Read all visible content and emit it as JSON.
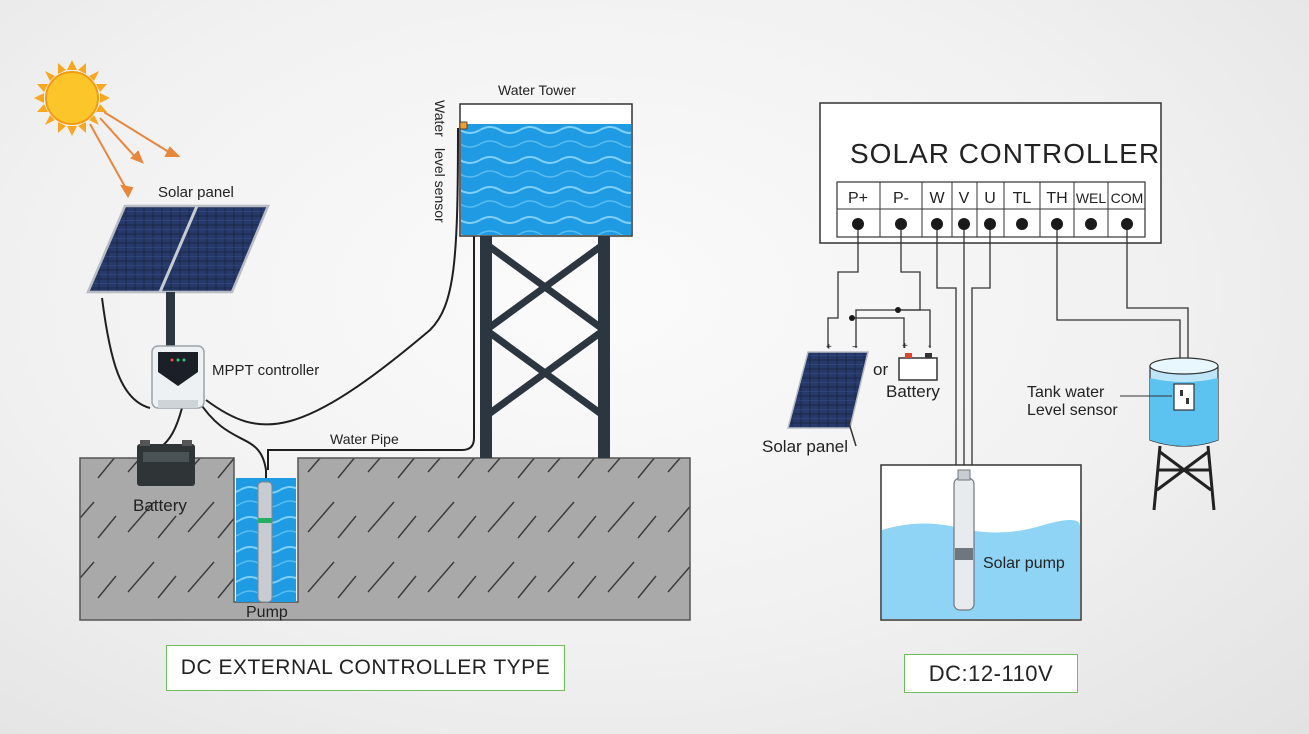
{
  "left_diagram": {
    "sun_icon": "sun-icon",
    "solar_panel_label": "Solar panel",
    "water_tower_label": "Water Tower",
    "water_level_sensor_label_1": "Water",
    "water_level_sensor_label_2": "level sensor",
    "mppt_controller_label": "MPPT controller",
    "water_pipe_label": "Water Pipe",
    "battery_label": "Battery",
    "pump_label": "Pump",
    "caption": "DC EXTERNAL CONTROLLER TYPE"
  },
  "right_diagram": {
    "controller_title": "SOLAR CONTROLLER",
    "terminals": [
      "P+",
      "P-",
      "W",
      "V",
      "U",
      "TL",
      "TH",
      "WEL",
      "COM"
    ],
    "solar_panel_label": "Solar panel",
    "or_label": "or",
    "battery_label": "Battery",
    "battery_plus": "+",
    "battery_minus": "-",
    "panel_plus": "+",
    "panel_minus": "−",
    "tank_sensor_label_1": "Tank water",
    "tank_sensor_label_2": "Level sensor",
    "pump_label": "Solar pump",
    "caption": "DC:12-110V"
  },
  "colors": {
    "water": "#2aa3e8",
    "water_light": "#9ad8f5",
    "ground": "#a8a8a8",
    "tower": "#2b3640",
    "sun": "#f7b917",
    "sun_rays": "#e8863b",
    "caption_border": "#6cbf5c"
  }
}
